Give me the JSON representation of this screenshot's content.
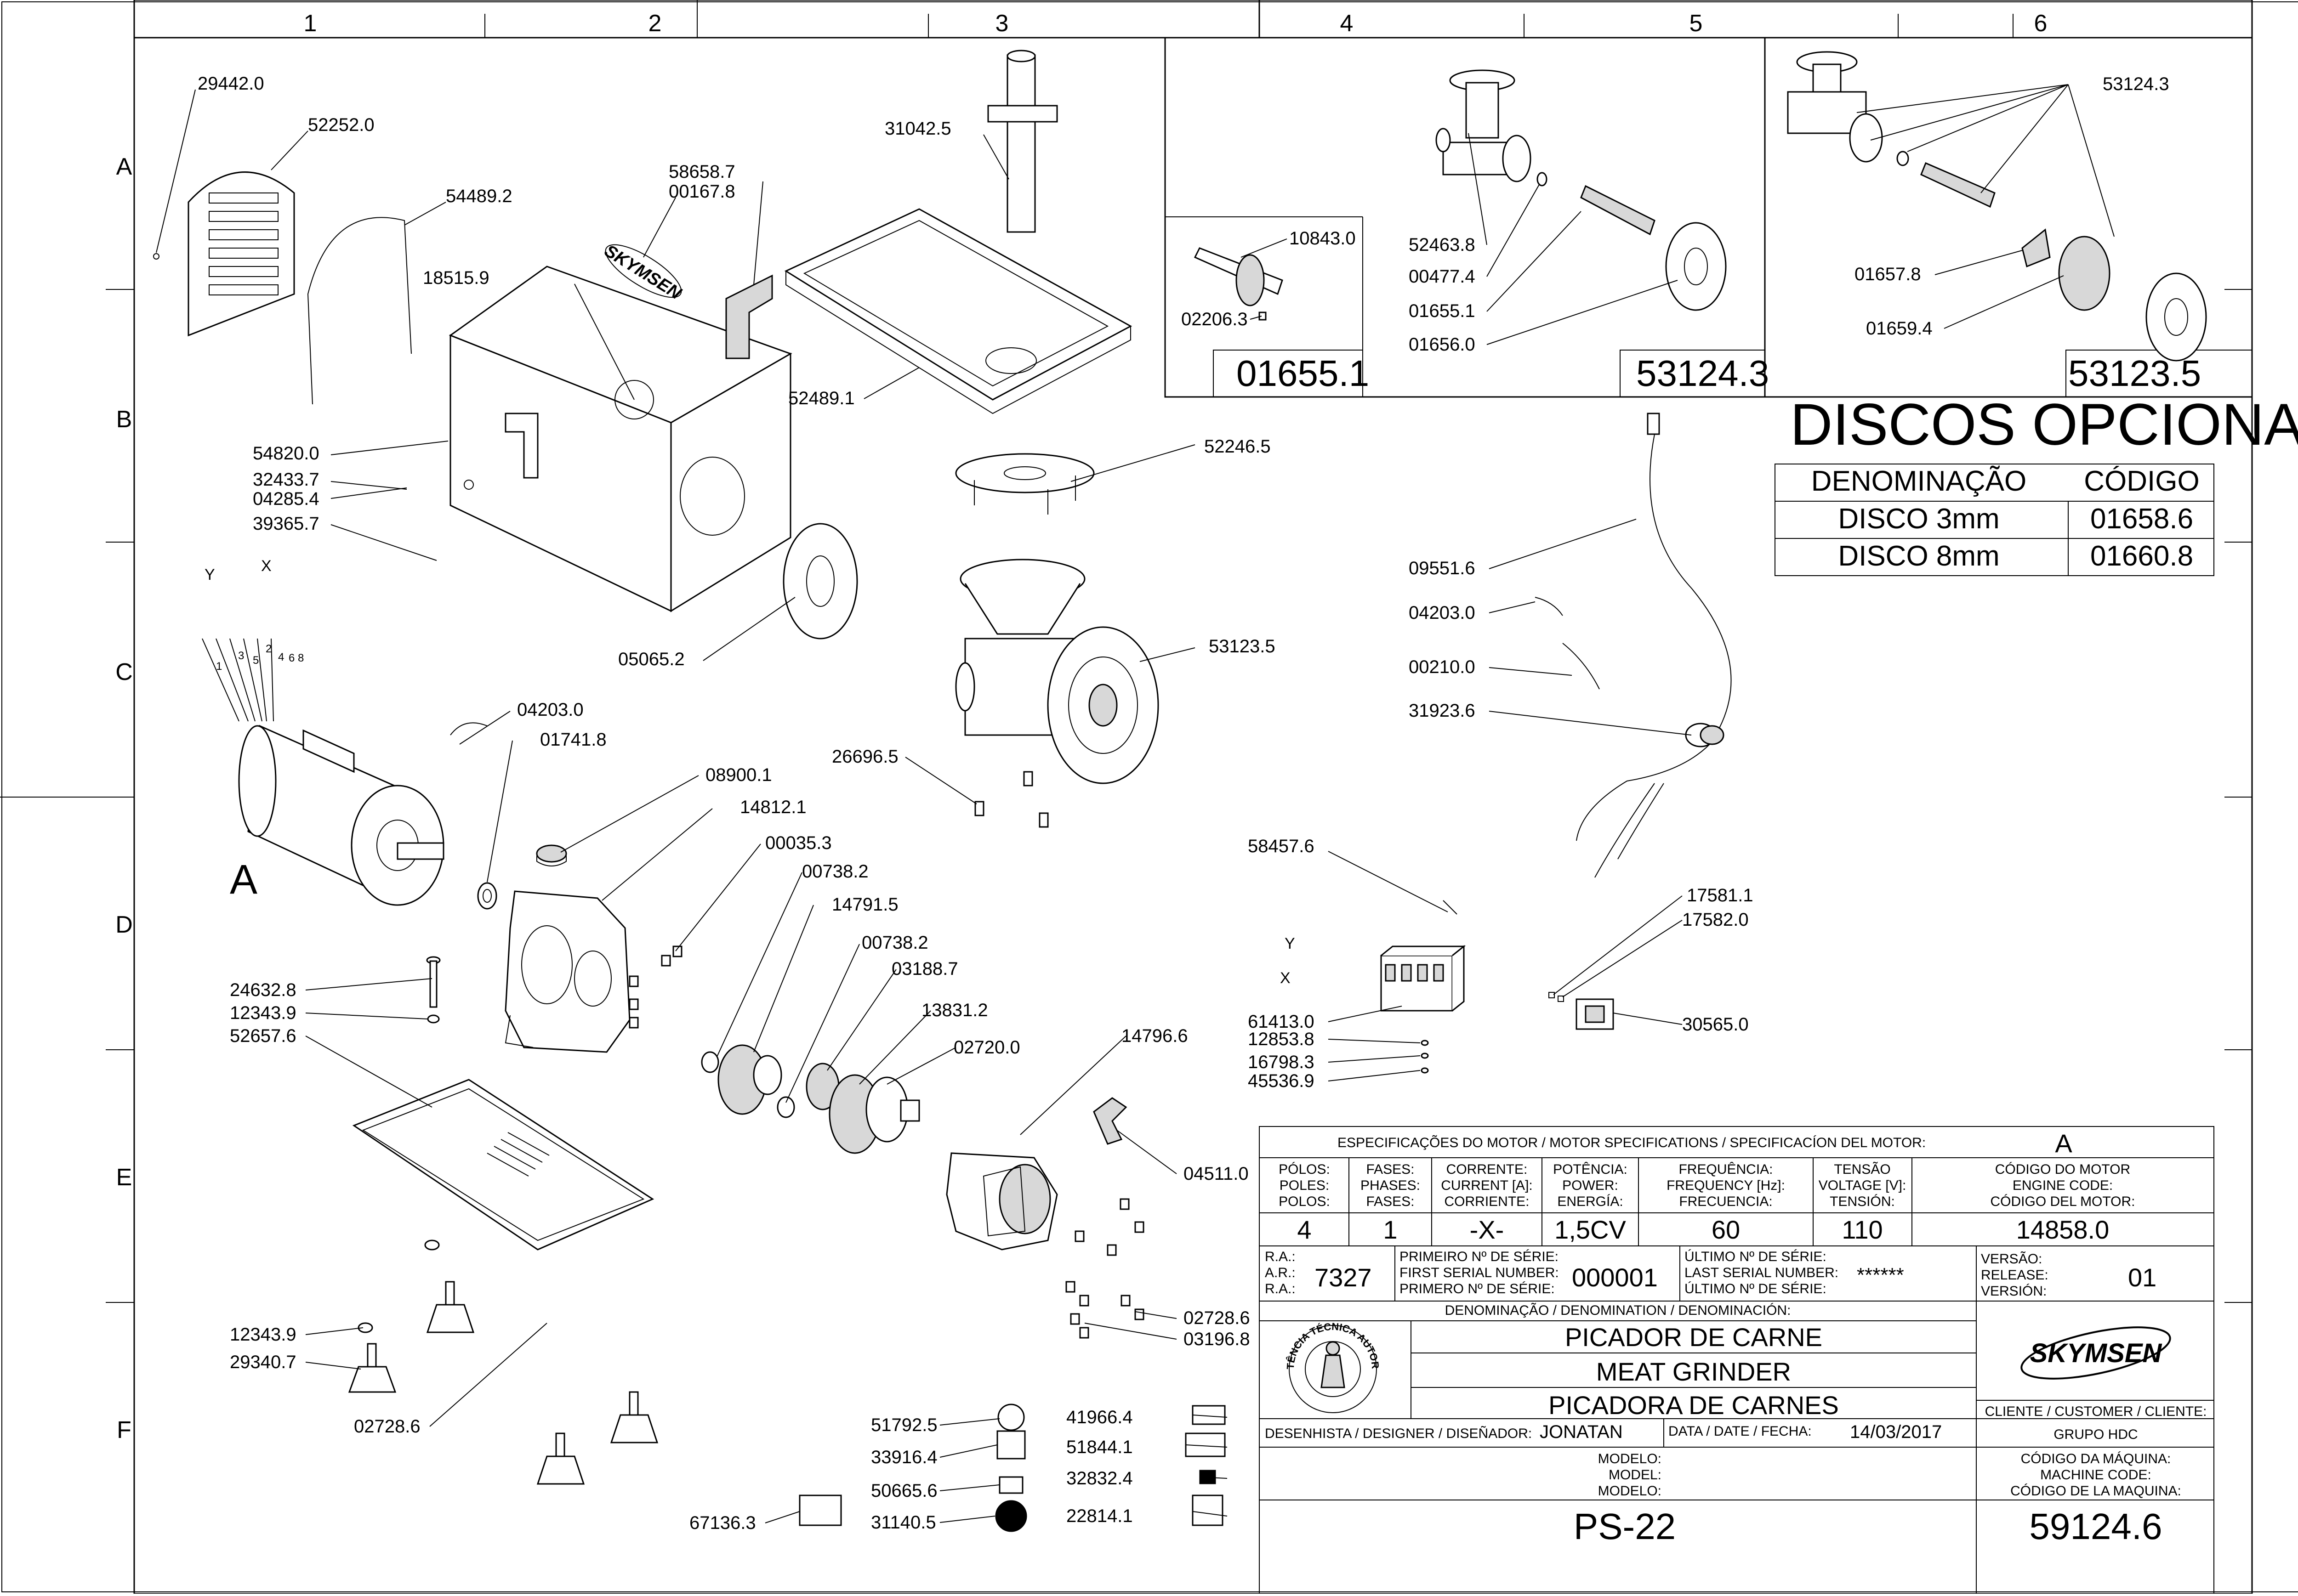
{
  "grid": {
    "columns": [
      "1",
      "2",
      "3",
      "4",
      "5",
      "6"
    ],
    "rows": [
      "A",
      "B",
      "C",
      "D",
      "E",
      "F"
    ]
  },
  "axis_markers": {
    "y_left": "Y",
    "x_left": "X",
    "y_right": "Y",
    "x_right": "X",
    "view_a": "A",
    "wire_numbers": [
      "1",
      "3",
      "5",
      "2",
      "4",
      "6",
      "8"
    ]
  },
  "callouts": {
    "c29442_0": "29442.0",
    "c52252_0": "52252.0",
    "c54489_2": "54489.2",
    "c18515_9": "18515.9",
    "c58658_7": "58658.7",
    "c00167_8": "00167.8",
    "c31042_5": "31042.5",
    "c52489_1": "52489.1",
    "c54820_0": "54820.0",
    "c32433_7": "32433.7",
    "c04285_4": "04285.4",
    "c39365_7": "39365.7",
    "c05065_2": "05065.2",
    "c52246_5": "52246.5",
    "c53123_5": "53123.5",
    "c04203_0_left": "04203.0",
    "c01741_8": "01741.8",
    "c08900_1": "08900.1",
    "c14812_1": "14812.1",
    "c26696_5": "26696.5",
    "c00035_3": "00035.3",
    "c00738_2_a": "00738.2",
    "c14791_5": "14791.5",
    "c00738_2_b": "00738.2",
    "c03188_7": "03188.7",
    "c13831_2": "13831.2",
    "c02720_0": "02720.0",
    "c14796_6": "14796.6",
    "c24632_8": "24632.8",
    "c12343_9_a": "12343.9",
    "c52657_6": "52657.6",
    "c04511_0": "04511.0",
    "c02728_6_r": "02728.6",
    "c03196_8": "03196.8",
    "c12343_9_b": "12343.9",
    "c29340_7": "29340.7",
    "c02728_6_l": "02728.6",
    "c10843_0": "10843.0",
    "c02206_3": "02206.3",
    "c52463_8": "52463.8",
    "c00477_4": "00477.4",
    "c01655_1": "01655.1",
    "c01656_0": "01656.0",
    "c53124_3": "53124.3",
    "c01657_8": "01657.8",
    "c01659_4": "01659.4",
    "c09551_6": "09551.6",
    "c04203_0_right": "04203.0",
    "c00210_0": "00210.0",
    "c31923_6": "31923.6",
    "c58457_6": "58457.6",
    "c17581_1": "17581.1",
    "c17582_0": "17582.0",
    "c30565_0": "30565.0",
    "c61413_0": "61413.0",
    "c12853_8": "12853.8",
    "c16798_3": "16798.3",
    "c45536_9": "45536.9",
    "c51792_5": "51792.5",
    "c33916_4": "33916.4",
    "c50665_6": "50665.6",
    "c31140_5": "31140.5",
    "c67136_3": "67136.3",
    "c41966_4": "41966.4",
    "c51844_1": "51844.1",
    "c32832_4": "32832.4",
    "c22814_1": "22814.1"
  },
  "brand_logo": "SKYMSEN",
  "detail_boxes": {
    "box1_code": "01655.1",
    "box2_code": "53124.3",
    "box3_code": "53123.5"
  },
  "optional_discs": {
    "title": "DISCOS OPCIONAIS",
    "header": [
      "DENOMINAÇÃO",
      "CÓDIGO"
    ],
    "rows": [
      [
        "DISCO 3mm",
        "01658.6"
      ],
      [
        "DISCO 8mm",
        "01660.8"
      ]
    ]
  },
  "title_block": {
    "motor_spec_title": "ESPECIFICAÇÕES DO MOTOR / MOTOR SPECIFICATIONS / SPECIFICACÍON DEL MOTOR:",
    "motor_letter": "A",
    "spec_headers": [
      [
        "PÓLOS:",
        "POLES:",
        "POLOS:"
      ],
      [
        "FASES:",
        "PHASES:",
        "FASES:"
      ],
      [
        "CORRENTE:",
        "CURRENT [A]:",
        "CORRIENTE:"
      ],
      [
        "POTÊNCIA:",
        "POWER:",
        "ENERGÍA:"
      ],
      [
        "FREQUÊNCIA:",
        "FREQUENCY [Hz]:",
        "FRECUENCIA:"
      ],
      [
        "TENSÃO",
        "VOLTAGE [V]:",
        "TENSIÓN:"
      ],
      [
        "CÓDIGO DO MOTOR",
        "ENGINE CODE:",
        "CÓDIGO DEL MOTOR:"
      ]
    ],
    "spec_values": [
      "4",
      "1",
      "-X-",
      "1,5CV",
      "60",
      "110",
      "14858.0"
    ],
    "ra_labels": [
      "R.A.:",
      "A.R.:",
      "R.A.:"
    ],
    "ra_value": "7327",
    "first_serial_labels": [
      "PRIMEIRO Nº DE SÉRIE:",
      "FIRST SERIAL NUMBER:",
      "PRIMERO Nº DE SÉRIE:"
    ],
    "first_serial_value": "000001",
    "last_serial_labels": [
      "ÚLTIMO Nº DE SÉRIE:",
      "LAST SERIAL NUMBER:",
      "ÚLTIMO Nº DE SÉRIE:"
    ],
    "last_serial_value": "******",
    "version_labels": [
      "VERSÃO:",
      "RELEASE:",
      "VERSIÓN:"
    ],
    "version_value": "01",
    "denomination_label": "DENOMINAÇÃO / DENOMINATION / DENOMINACIÓN:",
    "names": [
      "PICADOR DE CARNE",
      "MEAT GRINDER",
      "PICADORA DE CARNES"
    ],
    "seal_text": "ASSISTÊNCIA TÉCNICA AUTORIZADA",
    "designer_label": "DESENHISTA / DESIGNER / DISEÑADOR:",
    "designer_value": "JONATAN",
    "date_label": "DATA / DATE / FECHA:",
    "date_value": "14/03/2017",
    "client_label": "CLIENTE / CUSTOMER / CLIENTE:",
    "client_value": "GRUPO HDC",
    "model_labels": [
      "MODELO:",
      "MODEL:",
      "MODELO:"
    ],
    "model_value": "PS-22",
    "machine_code_labels": [
      "CÓDIGO DA MÁQUINA:",
      "MACHINE CODE:",
      "CÓDIGO DE LA MAQUINA:"
    ],
    "machine_code_value": "59124.6"
  }
}
